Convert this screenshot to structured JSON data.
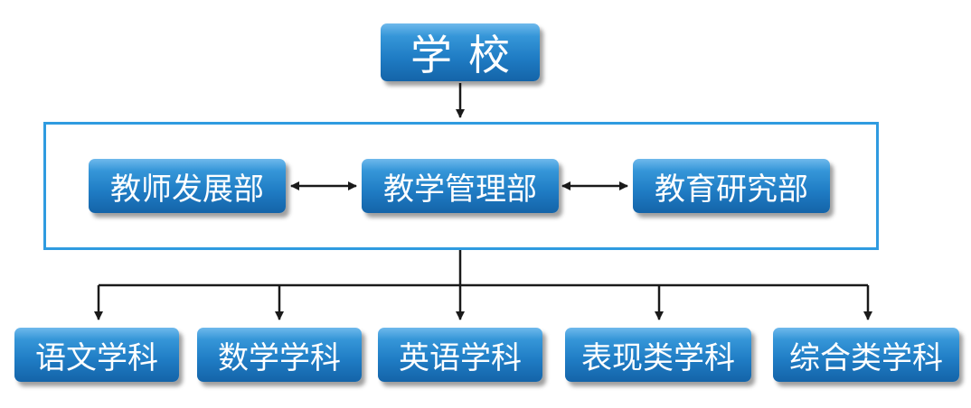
{
  "diagram": {
    "root": {
      "label": "学校"
    },
    "departments": [
      {
        "label": "教师发展部"
      },
      {
        "label": "教学管理部"
      },
      {
        "label": "教育研究部"
      }
    ],
    "subjects": [
      {
        "label": "语文学科"
      },
      {
        "label": "数学学科"
      },
      {
        "label": "英语学科"
      },
      {
        "label": "表现类学科"
      },
      {
        "label": "综合类学科"
      }
    ],
    "colors": {
      "box_fill": "#1f7cc4",
      "group_border": "#2f9be0",
      "connector": "#1a1a1a",
      "text": "#ffffff"
    }
  }
}
